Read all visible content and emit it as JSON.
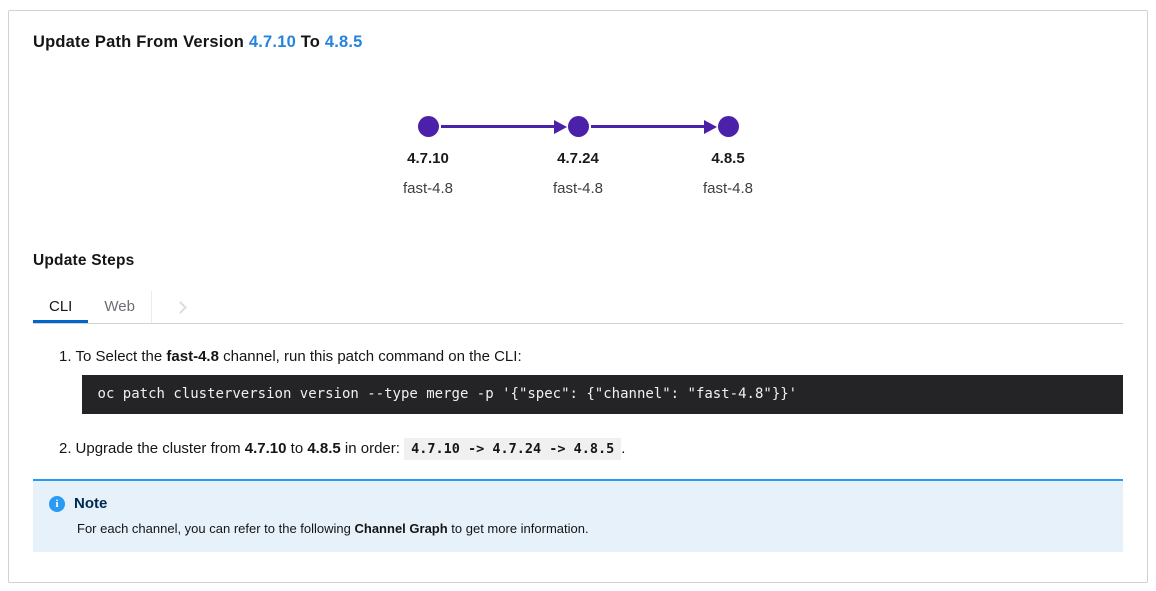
{
  "title": {
    "prefix": "Update Path From Version ",
    "from_version": "4.7.10",
    "mid": " To ",
    "to_version": "4.8.5"
  },
  "graph": {
    "nodes": [
      {
        "version": "4.7.10",
        "channel": "fast-4.8"
      },
      {
        "version": "4.7.24",
        "channel": "fast-4.8"
      },
      {
        "version": "4.8.5",
        "channel": "fast-4.8"
      }
    ]
  },
  "steps_section": {
    "heading": "Update Steps",
    "tabs": {
      "cli": "CLI",
      "web": "Web"
    }
  },
  "steps": {
    "one": {
      "num": "1.",
      "pre": "To Select the ",
      "channel_bold": "fast-4.8",
      "post": " channel, run this patch command on the CLI:",
      "command": "oc patch clusterversion version --type merge -p '{\"spec\": {\"channel\": \"fast-4.8\"}}'"
    },
    "two": {
      "num": "2.",
      "pre": "Upgrade the cluster from ",
      "from_bold": "4.7.10",
      "mid": " to ",
      "to_bold": "4.8.5",
      "post": " in order: ",
      "order_code": "4.7.10 -> 4.7.24 -> 4.8.5",
      "period": "."
    }
  },
  "note": {
    "icon_glyph": "i",
    "title": "Note",
    "pre": "For each channel, you can refer to the following ",
    "bold": "Channel Graph",
    "post": " to get more information."
  },
  "colors": {
    "node_purple": "#4b21a9",
    "title_version_blue": "#2684dc",
    "tab_active_blue": "#0066cc",
    "info_blue": "#2b9af3",
    "note_background": "#e7f1fa",
    "note_title_navy": "#002952",
    "code_background": "#242427",
    "card_border": "#d2d2d2"
  }
}
